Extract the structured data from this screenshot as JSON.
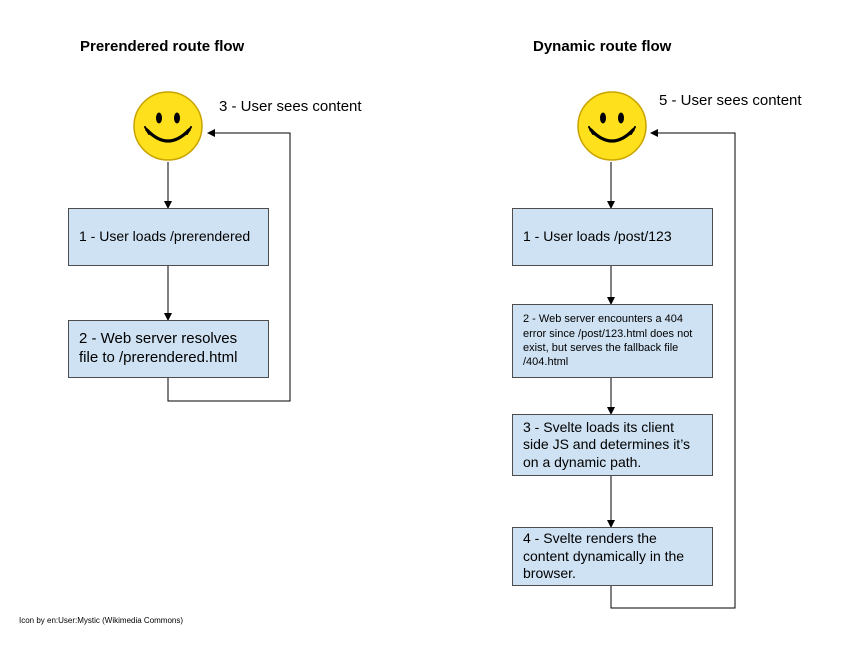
{
  "prerendered": {
    "title": "Prerendered route flow",
    "user_sees": "3 - User sees content",
    "step1": "1 - User loads /prerendered",
    "step2": "2 - Web server resolves file to /prerendered.html"
  },
  "dynamic": {
    "title": "Dynamic route flow",
    "user_sees": "5 - User sees content",
    "step1": "1 - User loads /post/123",
    "step2": "2 - Web server encounters a 404 error since /post/123.html does not exist, but serves the fallback file /404.html",
    "step3": "3 - Svelte loads its client side JS and determines it’s on a dynamic path.",
    "step4": "4 - Svelte renders the content dynamically in the browser."
  },
  "credit": "Icon by en:User:Mystic (Wikimedia Commons)",
  "icons": [
    "smiley-icon"
  ],
  "colors": {
    "box_fill": "#cfe2f3",
    "box_border": "#4d4d4d",
    "smiley_fill": "#ffe01c",
    "smiley_outline": "#c9a400"
  }
}
